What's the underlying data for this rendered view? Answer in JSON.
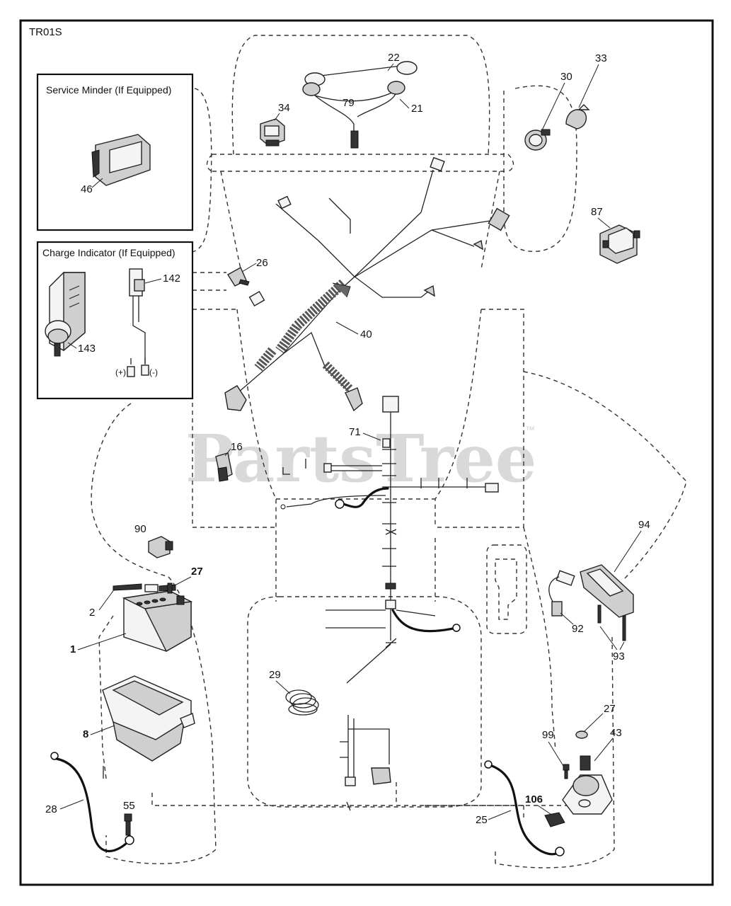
{
  "diagram": {
    "code": "TR01S",
    "watermark": "PartsTree",
    "watermark_tm": "™",
    "boxes": {
      "service_minder": "Service Minder (If Equipped)",
      "charge_indicator": "Charge Indicator (If Equipped)"
    },
    "polarity": {
      "plus": "(+)",
      "minus": "(-)"
    },
    "callouts": {
      "c1": "1",
      "c2": "2",
      "c8": "8",
      "c16": "16",
      "c21": "21",
      "c22": "22",
      "c25": "25",
      "c26": "26",
      "c27a": "27",
      "c27b": "27",
      "c28": "28",
      "c29": "29",
      "c30": "30",
      "c33": "33",
      "c34": "34",
      "c40": "40",
      "c43": "43",
      "c46": "46",
      "c55": "55",
      "c71": "71",
      "c79": "79",
      "c87": "87",
      "c90": "90",
      "c92": "92",
      "c93": "93",
      "c94": "94",
      "c99": "99",
      "c106": "106",
      "c142": "142",
      "c143": "143"
    }
  }
}
